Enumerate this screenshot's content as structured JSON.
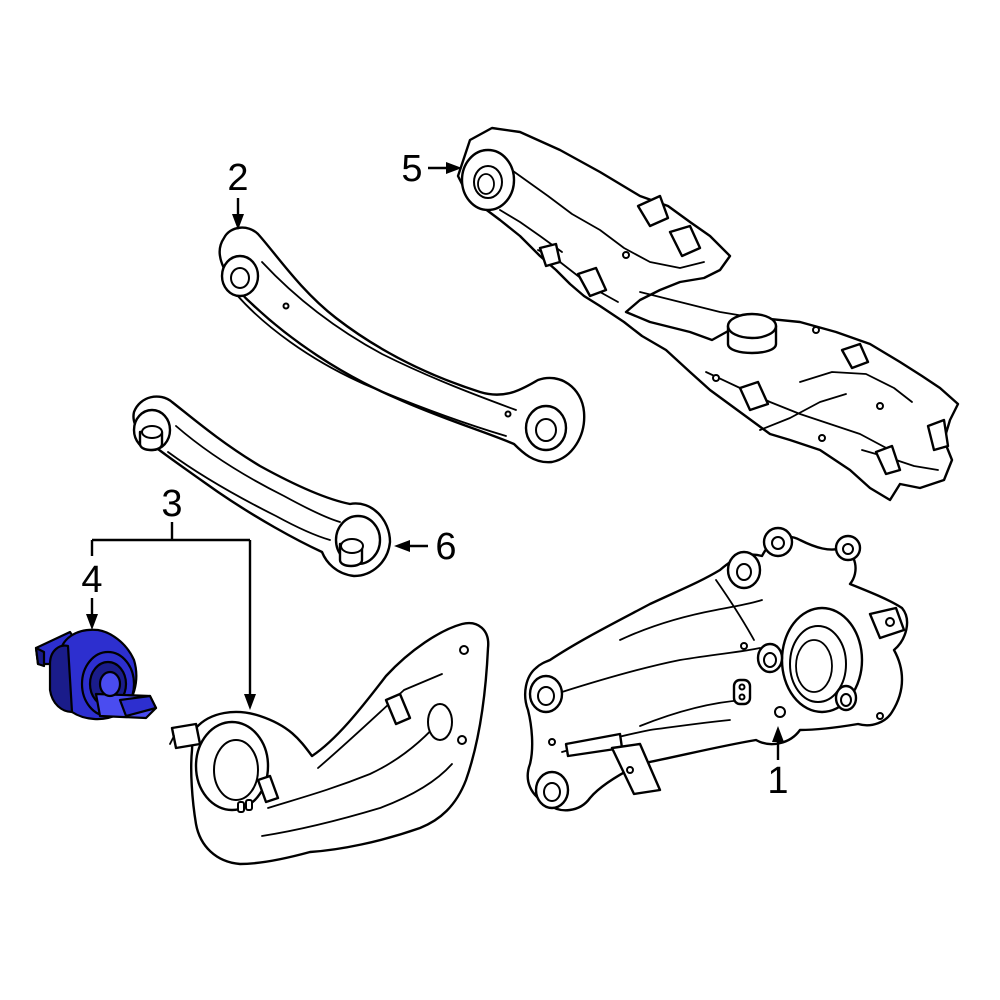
{
  "callouts": [
    {
      "id": "1",
      "label": "1",
      "part": "knuckle"
    },
    {
      "id": "2",
      "label": "2",
      "part": "upper-control-arm"
    },
    {
      "id": "3",
      "label": "3",
      "part": "trailing-arm"
    },
    {
      "id": "4",
      "label": "4",
      "part": "trailing-arm-bushing"
    },
    {
      "id": "5",
      "label": "5",
      "part": "crossmember"
    },
    {
      "id": "6",
      "label": "6",
      "part": "lower-link"
    }
  ],
  "colors": {
    "highlight": "#2d2fcf",
    "highlight_dark": "#1a1c8a",
    "highlight_light": "#4a4cf0",
    "line": "#000000",
    "background": "#ffffff"
  }
}
